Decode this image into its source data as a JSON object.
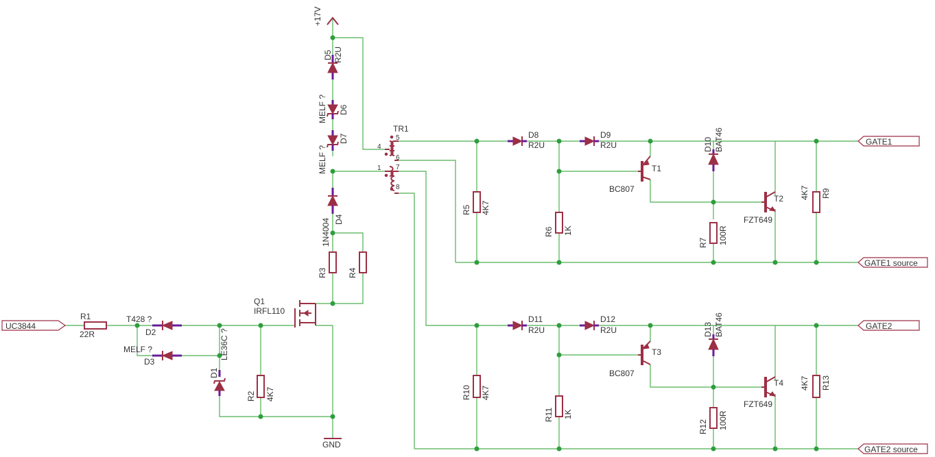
{
  "schematic": {
    "supply": "+17V",
    "gnd": "GND",
    "input": {
      "net": "UC3844",
      "r1": "R1",
      "r1_val": "22R"
    },
    "ports": {
      "gate1": "GATE1",
      "gate1_src": "GATE1 source",
      "gate2": "GATE2",
      "gate2_src": "GATE2 source"
    },
    "q1": {
      "name": "Q1",
      "value": "IRFL110"
    },
    "tr1": {
      "name": "TR1",
      "pin1": "1",
      "pin4": "4",
      "pin5": "5",
      "pin6": "6",
      "pin7": "7",
      "pin8": "8"
    },
    "d1": {
      "name": "D1",
      "value": "LE36C ?"
    },
    "d2": {
      "name": "D2",
      "value": "T428 ?"
    },
    "d3": {
      "name": "D3",
      "value": "MELF ?"
    },
    "d4": {
      "name": "D4",
      "value": "1N4004"
    },
    "d5": {
      "name": "D5",
      "value": "R2U"
    },
    "d6": {
      "name": "D6",
      "value": "MELF ?"
    },
    "d7": {
      "name": "D7",
      "value": "MELF ?"
    },
    "d8": {
      "name": "D8",
      "value": "R2U"
    },
    "d9": {
      "name": "D9",
      "value": "R2U"
    },
    "d10": {
      "name": "D10",
      "value": "BAT46"
    },
    "d11": {
      "name": "D11",
      "value": "R2U"
    },
    "d12": {
      "name": "D12",
      "value": "R2U"
    },
    "d13": {
      "name": "D13",
      "value": "BAT46"
    },
    "r2": {
      "name": "R2",
      "value": "4K7"
    },
    "r3": {
      "name": "R3"
    },
    "r4": {
      "name": "R4"
    },
    "r5": {
      "name": "R5",
      "value": "4K7"
    },
    "r6": {
      "name": "R6",
      "value": "1K"
    },
    "r7": {
      "name": "R7",
      "value": "100R"
    },
    "r9": {
      "name": "R9",
      "value": "4K7"
    },
    "r10": {
      "name": "R10",
      "value": "4K7"
    },
    "r11": {
      "name": "R11",
      "value": "1K"
    },
    "r12": {
      "name": "R12",
      "value": "100R"
    },
    "r13": {
      "name": "R13",
      "value": "4K7"
    },
    "t1": {
      "name": "T1",
      "value": "BC807"
    },
    "t2": {
      "name": "T2",
      "value": "FZT649"
    },
    "t3": {
      "name": "T3",
      "value": "BC807"
    },
    "t4": {
      "name": "T4",
      "value": "FZT649"
    }
  }
}
